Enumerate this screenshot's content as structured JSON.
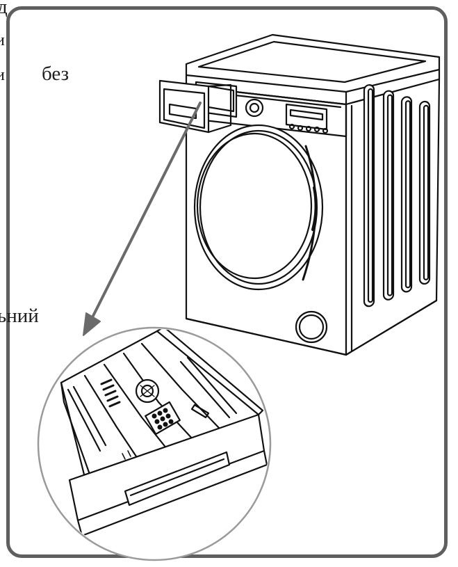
{
  "text_fragments": [
    {
      "id": "frag1",
      "text": "д"
    },
    {
      "id": "frag2",
      "text": "и"
    },
    {
      "id": "frag3",
      "text": "и"
    },
    {
      "id": "frag4",
      "text": "без"
    },
    {
      "id": "frag5",
      "text": ")"
    },
    {
      "id": "frag6",
      "text": "ьний"
    }
  ],
  "colors": {
    "frame": "#5f5f5f",
    "line": "#111111",
    "arrow": "#6a6a6a",
    "paper": "#ffffff"
  },
  "illustration": {
    "subject": "washing-machine",
    "detail": "detergent-drawer"
  }
}
